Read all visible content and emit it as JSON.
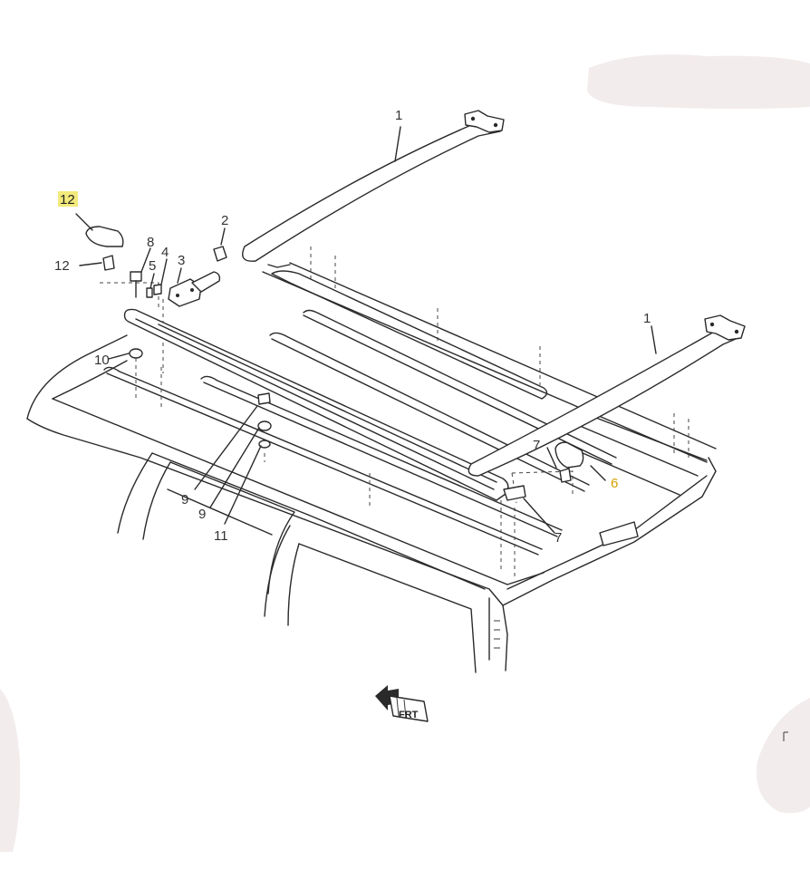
{
  "diagram": {
    "callouts": [
      {
        "id": "c1a",
        "text": "1"
      },
      {
        "id": "c1b",
        "text": "1"
      },
      {
        "id": "c2",
        "text": "2"
      },
      {
        "id": "c3",
        "text": "3"
      },
      {
        "id": "c4",
        "text": "4"
      },
      {
        "id": "c5",
        "text": "5"
      },
      {
        "id": "c6",
        "text": "6"
      },
      {
        "id": "c7a",
        "text": "7"
      },
      {
        "id": "c7b",
        "text": "7"
      },
      {
        "id": "c8",
        "text": "8"
      },
      {
        "id": "c9a",
        "text": "9"
      },
      {
        "id": "c9b",
        "text": "9"
      },
      {
        "id": "c10",
        "text": "10"
      },
      {
        "id": "c11",
        "text": "11"
      },
      {
        "id": "c12a",
        "text": "12"
      },
      {
        "id": "c12b",
        "text": "12"
      }
    ],
    "front_arrow_label": "FRT",
    "highlight_colors": {
      "c11": "#f3ea7c",
      "c6": "#d4a000"
    }
  }
}
